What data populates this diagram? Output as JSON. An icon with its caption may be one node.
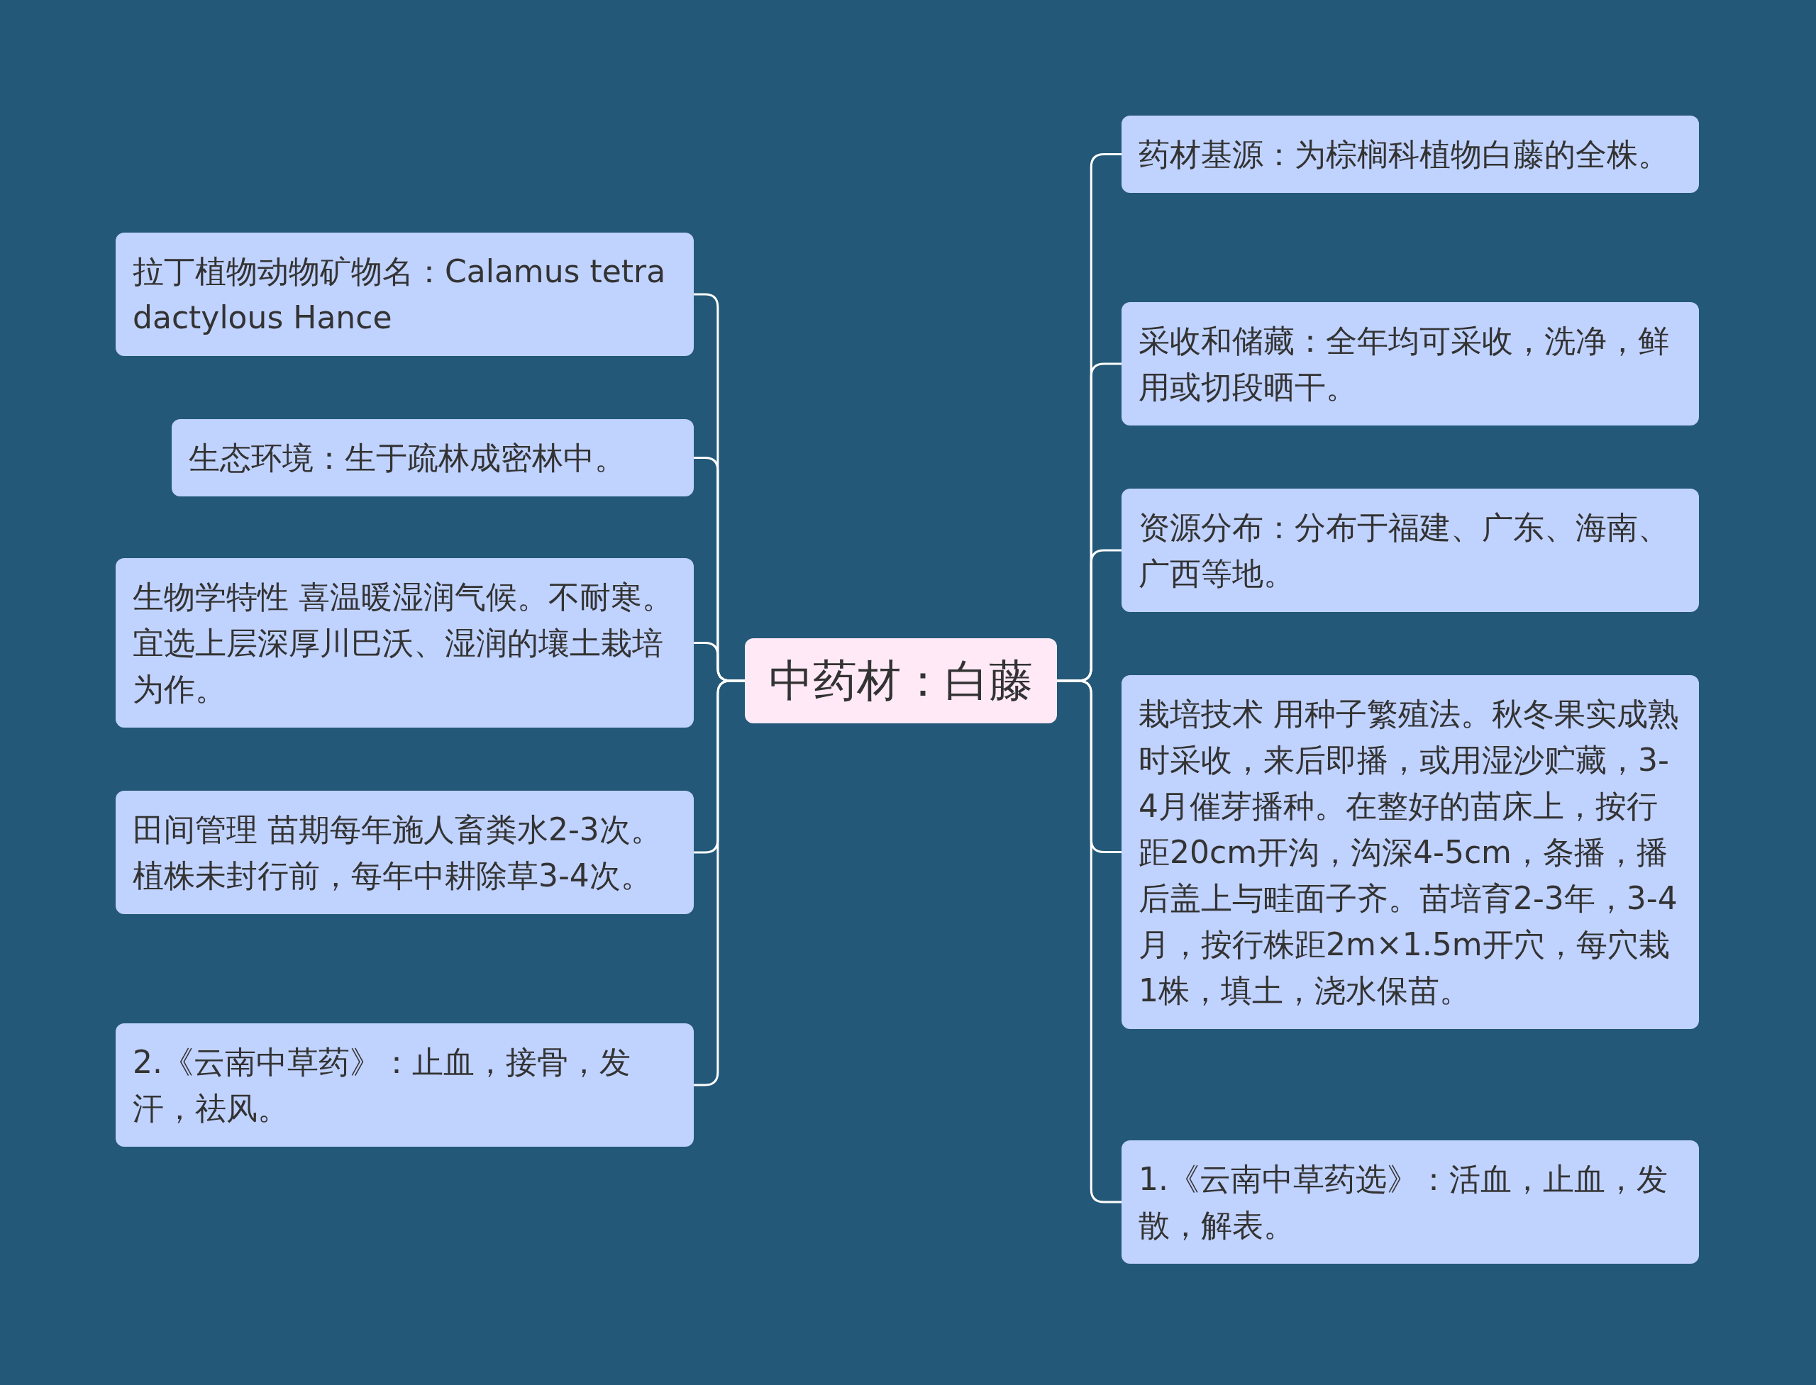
{
  "diagram": {
    "nodes": [
      {
        "text": [
          "中药材：白藤"
        ]
      },
      {
        "text": [
          "拉丁植物动物矿物名：Calamus tetradactylous Hance"
        ]
      },
      {
        "text": [
          "生态环境：生于疏林成密林中。"
        ]
      },
      {
        "text": [
          "生物学特性 喜温暖湿润气候。不耐寒。宜选上层深厚川巴沃、湿润的壤土栽培为作。"
        ]
      },
      {
        "text": [
          "田间管理 苗期每年施人畜粪水2-3次。植株未封行前，每年中耕除草3-4次。"
        ]
      },
      {
        "text": [
          "2.《云南中草药》：止血，接骨，发汗，祛风。"
        ]
      },
      {
        "text": [
          "药材基源：为棕榈科植物白藤的全株。"
        ]
      },
      {
        "text": [
          "采收和储藏：全年均可采收，洗净，鲜用或切段晒干。"
        ]
      },
      {
        "text": [
          "资源分布：分布于福建、广东、海南、广西等地。"
        ]
      },
      {
        "text": [
          "栽培技术 用种子繁殖法。秋冬果实成熟时采收，来后即播，或用湿沙贮藏，3-4月催芽播种。在整好的苗床上，按行距20cm开沟，沟深4-5cm，条播，播后盖上与畦面子齐。苗培育2-3年，3-4月，按行株距2m×1.5m开穴，每穴栽1株，填土，浇水保苗。"
        ]
      },
      {
        "text": [
          "1.《云南中草药选》：活血，止血，发散，解表。"
        ]
      }
    ],
    "edges": [
      {
        "from": 0,
        "to": 1,
        "arrow": "none"
      },
      {
        "from": 0,
        "to": 2,
        "arrow": "none"
      },
      {
        "from": 0,
        "to": 3,
        "arrow": "none"
      },
      {
        "from": 0,
        "to": 4,
        "arrow": "none"
      },
      {
        "from": 0,
        "to": 5,
        "arrow": "none"
      },
      {
        "from": 0,
        "to": 6,
        "arrow": "none"
      },
      {
        "from": 0,
        "to": 7,
        "arrow": "none"
      },
      {
        "from": 0,
        "to": 8,
        "arrow": "none"
      },
      {
        "from": 0,
        "to": 9,
        "arrow": "none"
      },
      {
        "from": 0,
        "to": 10,
        "arrow": "none"
      }
    ]
  }
}
